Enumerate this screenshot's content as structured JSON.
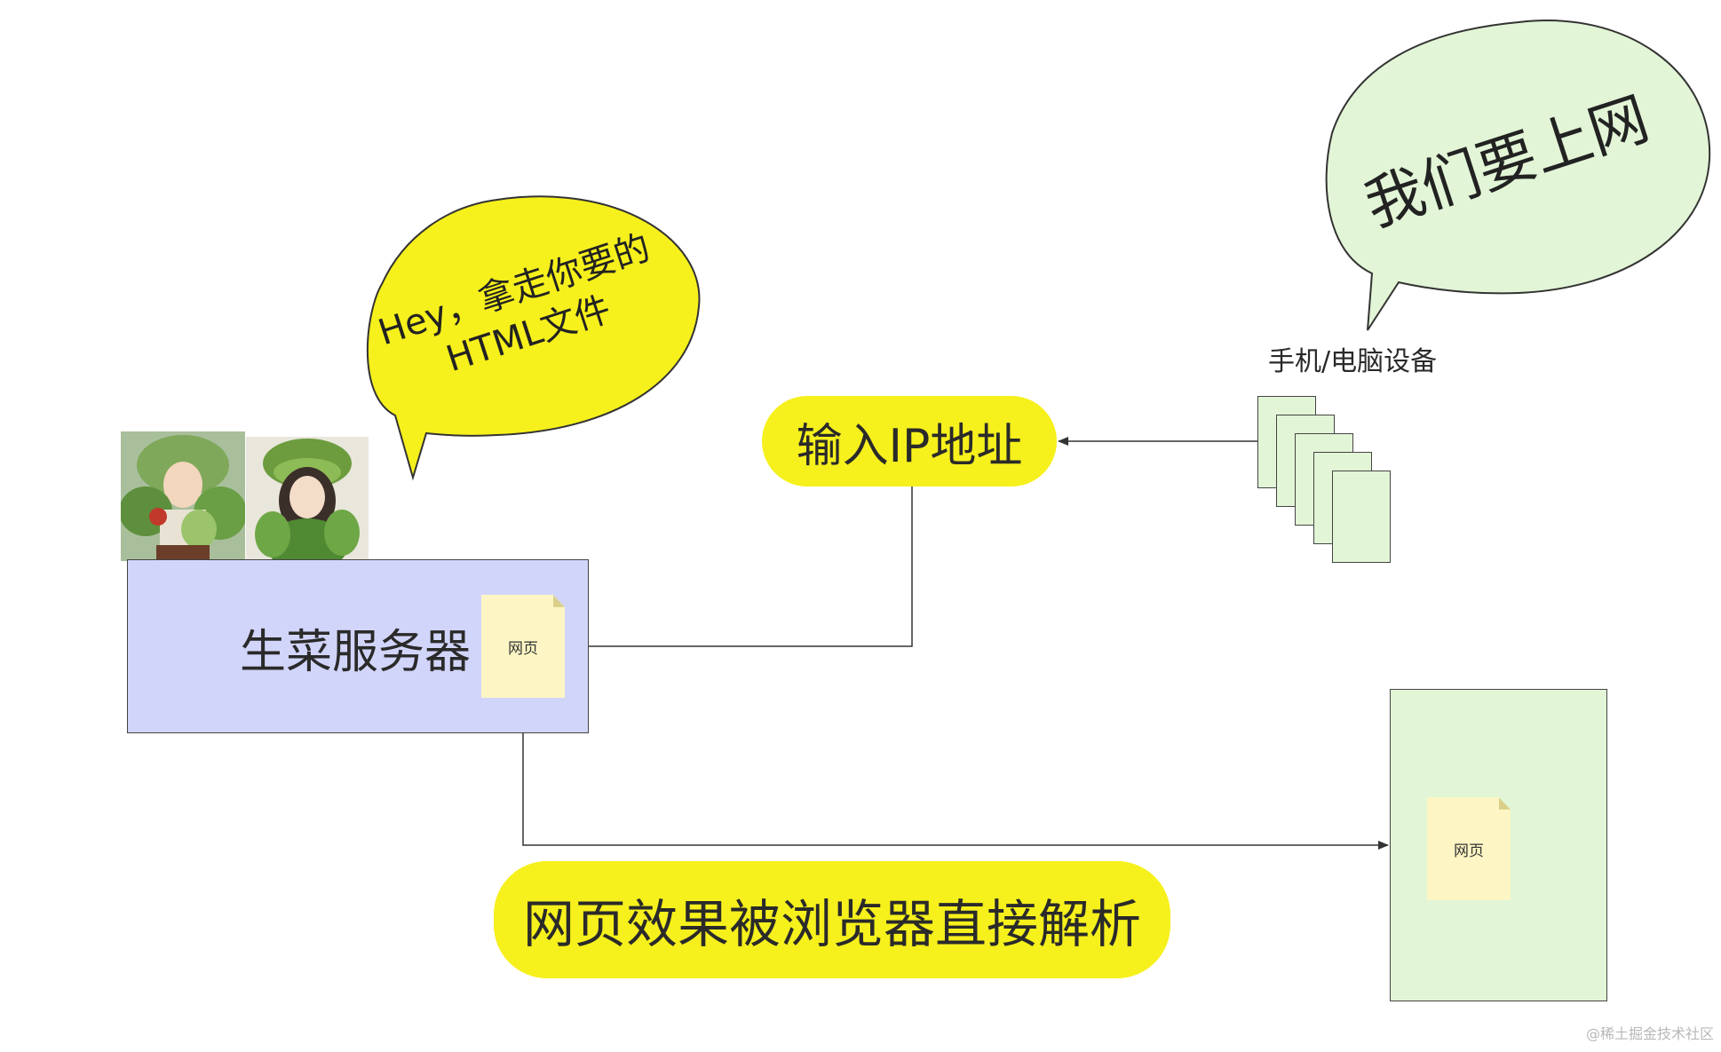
{
  "server": {
    "label": "生菜服务器",
    "doc_label": "网页"
  },
  "ip_step": {
    "label": "输入IP地址"
  },
  "render_step": {
    "label": "网页效果被浏览器直接解析"
  },
  "devices": {
    "label": "手机/电脑设备",
    "doc_label": "网页"
  },
  "bubbles": {
    "server_line1": "Hey，拿走你要的",
    "server_line2": "HTML文件",
    "user": "我们要上网"
  },
  "colors": {
    "server_box": "#d2d5fa",
    "pill": "#f6f01c",
    "device": "#e2f5d6",
    "document": "#fdf6c4"
  },
  "watermark": "@稀土掘金技术社区"
}
